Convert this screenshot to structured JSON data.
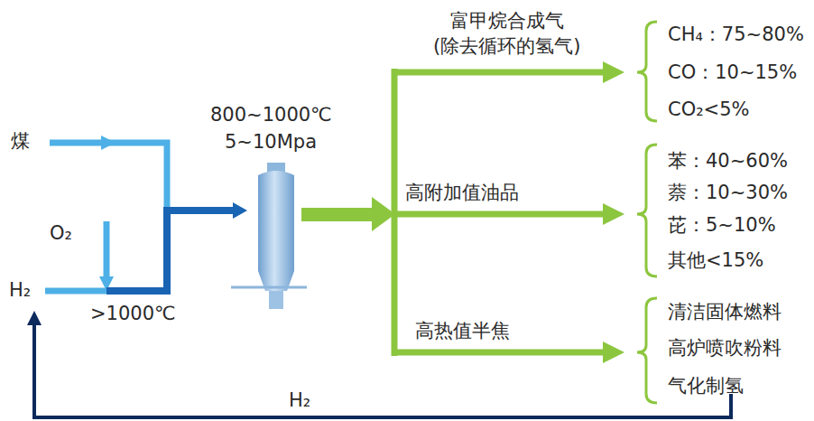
{
  "diagram": {
    "labels": [
      "煤",
      "O₂",
      "H₂",
      ">1000℃",
      "800~1000℃",
      "5~10Mpa",
      "富甲烷合成气",
      "(除去循环的氢气)",
      "CH₄：75~80%",
      "CO：10~15%",
      "CO₂<5%",
      "高附加值油品",
      "苯：40~60%",
      "萘：10~30%",
      "芘：5~10%",
      "其他<15%",
      "高热值半焦",
      "清洁固体燃料",
      "高炉喷吹粉料",
      "气化制氢",
      "H₂"
    ]
  }
}
